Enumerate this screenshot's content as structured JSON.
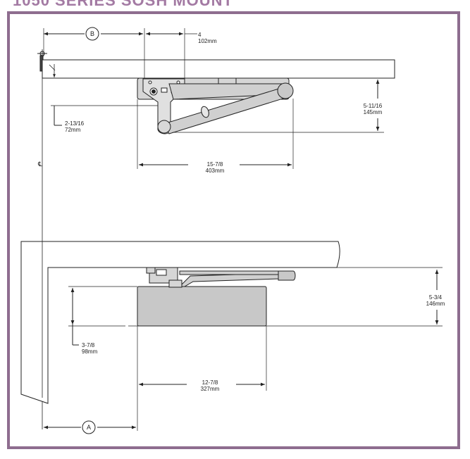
{
  "header": {
    "title": "1050 SERIES SOSH MOUNT"
  },
  "labels": {
    "callout_b": "B",
    "callout_a": "A",
    "centerline": "℄"
  },
  "dimensions": {
    "top_offset_in": "4",
    "top_offset_mm": "102mm",
    "arm_height_in": "5-11/16",
    "arm_height_mm": "145mm",
    "bracket_drop_in": "2-13/16",
    "bracket_drop_mm": "72mm",
    "arm_width_in": "15-7/8",
    "arm_width_mm": "403mm",
    "overall_height_in": "5-3/4",
    "overall_height_mm": "146mm",
    "body_height_in": "3-7/8",
    "body_height_mm": "98mm",
    "body_width_in": "12-7/8",
    "body_width_mm": "327mm"
  },
  "colors": {
    "frame": "#8e6d8f",
    "title": "#a37aa3",
    "closer_fill": "#c8c8c8",
    "line": "#222222"
  }
}
